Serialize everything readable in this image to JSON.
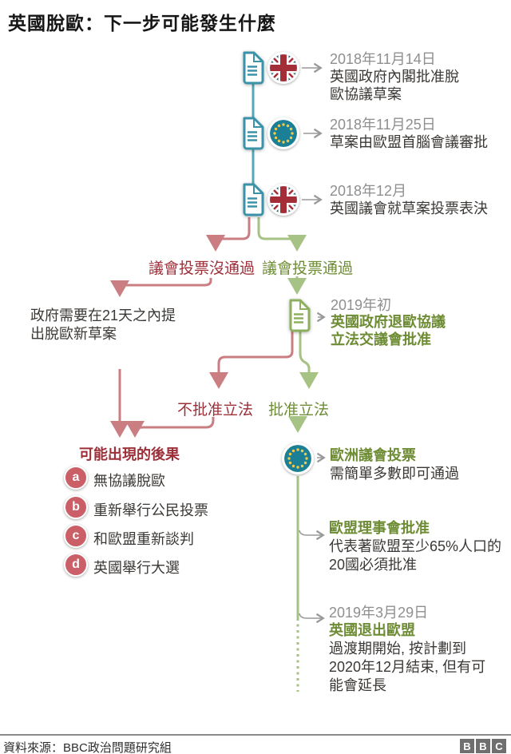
{
  "title": "英國脫歐：下一步可能發生什麼",
  "colors": {
    "teal_line": "#55a7b8",
    "teal_icon": "#3a93a8",
    "flag_navy": "#2a5f70",
    "flag_red": "#a32e38",
    "eu_bg": "#1b7f95",
    "star_yellow": "#f2c94c",
    "green_text": "#6d8c34",
    "green_line": "#a6c285",
    "green_icon": "#8db05f",
    "red_text": "#9c2f38",
    "red_line": "#ca7e82",
    "red_badge": "#ca5f67",
    "gray_text": "#8f8f8f",
    "dark_text": "#3b3835",
    "arrow_gray": "#999999",
    "rule_gray": "#8a8a8a",
    "bbc_gray": "#6f6f6f"
  },
  "timeline": [
    {
      "date": "2018年11月14日",
      "text": "英國政府內閣批准脫\n歐協議草案"
    },
    {
      "date": "2018年11月25日",
      "text": "草案由歐盟首腦會議審批"
    },
    {
      "date": "2018年12月",
      "text": "英國議會就草案投票表決"
    }
  ],
  "branch1": {
    "fail": "議會投票沒通過",
    "pass": "議會投票通過"
  },
  "fail_outcome": {
    "text": "政府需要在21天之內提\n出脫歐新草案"
  },
  "pass_step": {
    "date": "2019年初",
    "heading": "英國政府退歐協議\n立法交議會批准"
  },
  "branch2": {
    "fail": "不批准立法",
    "pass": "批准立法"
  },
  "consequences": {
    "heading": "可能出現的後果",
    "items": [
      {
        "key": "a",
        "text": "無協議脫歐"
      },
      {
        "key": "b",
        "text": "重新舉行公民投票"
      },
      {
        "key": "c",
        "text": "和歐盟重新談判"
      },
      {
        "key": "d",
        "text": "英國舉行大選"
      }
    ]
  },
  "approval": [
    {
      "heading": "歐洲議會投票",
      "text": "需簡單多數即可通過"
    },
    {
      "heading": "歐盟理事會批准",
      "text": "代表著歐盟至少65%人口的\n20國必須批准"
    },
    {
      "date": "2019年3月29日",
      "heading": "英國退出歐盟",
      "text": "過渡期開始, 按計劃到\n2020年12月結束, 但有可\n能會延長"
    }
  ],
  "footer": {
    "source": "資料來源：BBC政治問題研究組",
    "logo": [
      "B",
      "B",
      "C"
    ]
  }
}
